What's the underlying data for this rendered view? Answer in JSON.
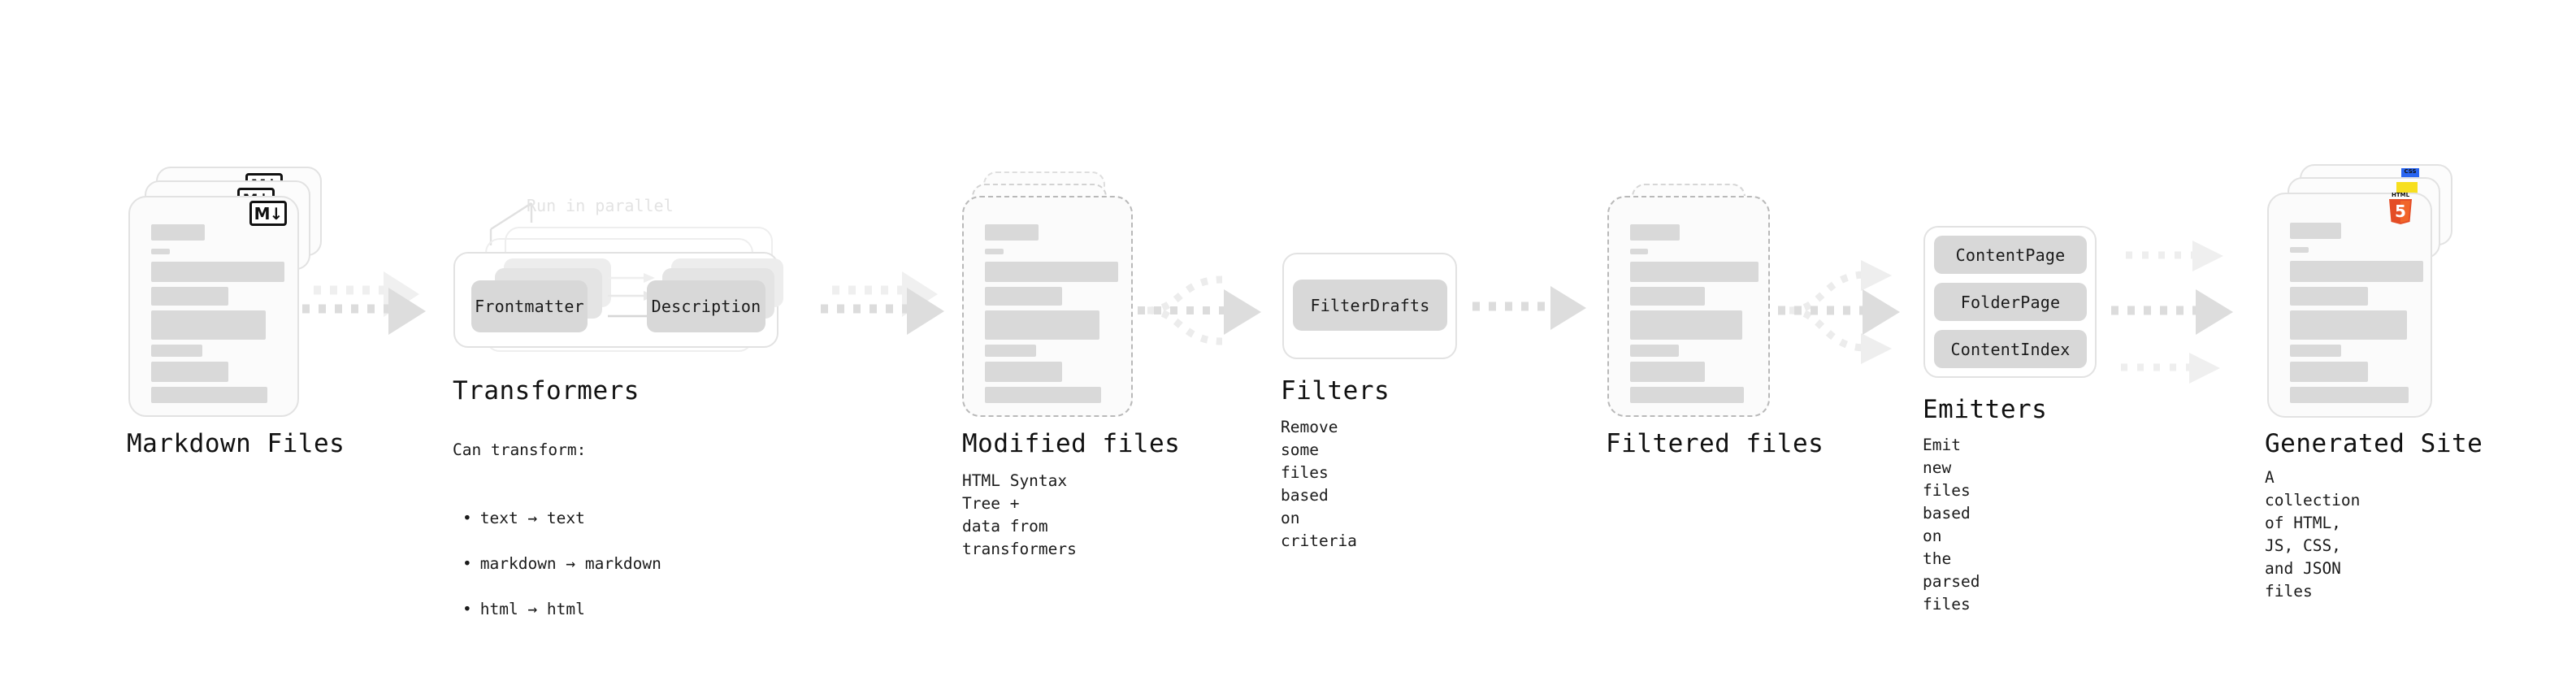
{
  "diagram": {
    "title_color": "#111111",
    "accent_muted": "#d9d9d9",
    "stages": [
      {
        "key": "markdown-files",
        "title": "Markdown Files",
        "caption": "",
        "icon": "markdown-logo",
        "icon_text": "M"
      },
      {
        "key": "transformers",
        "title": "Transformers",
        "caption_lead": "Can transform:",
        "bullets": [
          "text → text",
          "markdown → markdown",
          "html → html"
        ],
        "annotation": "Run in parallel",
        "nodes": [
          "Frontmatter",
          "Description"
        ]
      },
      {
        "key": "modified-files",
        "title": "Modified files",
        "caption": "HTML Syntax Tree +\ndata from transformers"
      },
      {
        "key": "filters",
        "title": "Filters",
        "caption": "Remove some files based\non criteria",
        "nodes": [
          "FilterDrafts"
        ]
      },
      {
        "key": "filtered-files",
        "title": "Filtered files",
        "caption": ""
      },
      {
        "key": "emitters",
        "title": "Emitters",
        "caption": "Emit new files based on\nthe parsed files",
        "nodes": [
          "ContentPage",
          "FolderPage",
          "ContentIndex"
        ]
      },
      {
        "key": "generated-site",
        "title": "Generated Site",
        "caption": "A collection of HTML,\nJS, CSS, and JSON files",
        "icons": [
          "html5-logo",
          "js-logo",
          "css-logo"
        ],
        "html5_label": "HTML",
        "html5_digit": "5",
        "css_label": "CSS"
      }
    ]
  }
}
